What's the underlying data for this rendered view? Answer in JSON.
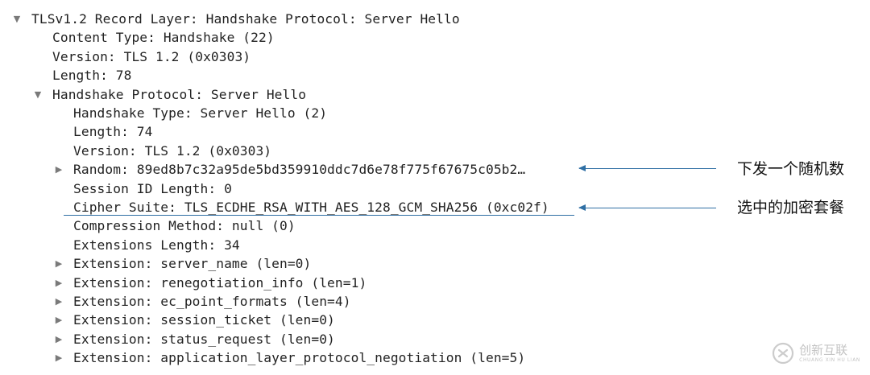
{
  "tree": [
    {
      "text": "TLSv1.2 Record Layer: Handshake Protocol: Server Hello",
      "toggle": "expanded"
    },
    {
      "text": "Content Type: Handshake (22)",
      "toggle": "none"
    },
    {
      "text": "Version: TLS 1.2 (0x0303)",
      "toggle": "none"
    },
    {
      "text": "Length: 78",
      "toggle": "none"
    },
    {
      "text": "Handshake Protocol: Server Hello",
      "toggle": "expanded"
    },
    {
      "text": "Handshake Type: Server Hello (2)",
      "toggle": "none"
    },
    {
      "text": "Length: 74",
      "toggle": "none"
    },
    {
      "text": "Version: TLS 1.2 (0x0303)",
      "toggle": "none"
    },
    {
      "text": "Random: 89ed8b7c32a95de5bd359910ddc7d6e78f775f67675c05b2…",
      "toggle": "collapsed"
    },
    {
      "text": "Session ID Length: 0",
      "toggle": "none"
    },
    {
      "text": "Cipher Suite: TLS_ECDHE_RSA_WITH_AES_128_GCM_SHA256 (0xc02f)",
      "toggle": "none"
    },
    {
      "text": "Compression Method: null (0)",
      "toggle": "none"
    },
    {
      "text": "Extensions Length: 34",
      "toggle": "none"
    },
    {
      "text": "Extension: server_name (len=0)",
      "toggle": "collapsed"
    },
    {
      "text": "Extension: renegotiation_info (len=1)",
      "toggle": "collapsed"
    },
    {
      "text": "Extension: ec_point_formats (len=4)",
      "toggle": "collapsed"
    },
    {
      "text": "Extension: session_ticket (len=0)",
      "toggle": "collapsed"
    },
    {
      "text": "Extension: status_request (len=0)",
      "toggle": "collapsed"
    },
    {
      "text": "Extension: application_layer_protocol_negotiation (len=5)",
      "toggle": "collapsed"
    }
  ],
  "toggle_glyphs": {
    "expanded": "▼",
    "collapsed": "▶",
    "none": ""
  },
  "annotations": {
    "random_label": "下发一个随机数",
    "cipher_label": "选中的加密套餐"
  },
  "watermark": {
    "main": "创新互联",
    "sub": "CHUANG XIN HU LIAN"
  },
  "colors": {
    "text": "#222222",
    "toggle": "#7a7a7a",
    "annotation_line": "#2f6fa4",
    "annotation_text": "#111111"
  }
}
